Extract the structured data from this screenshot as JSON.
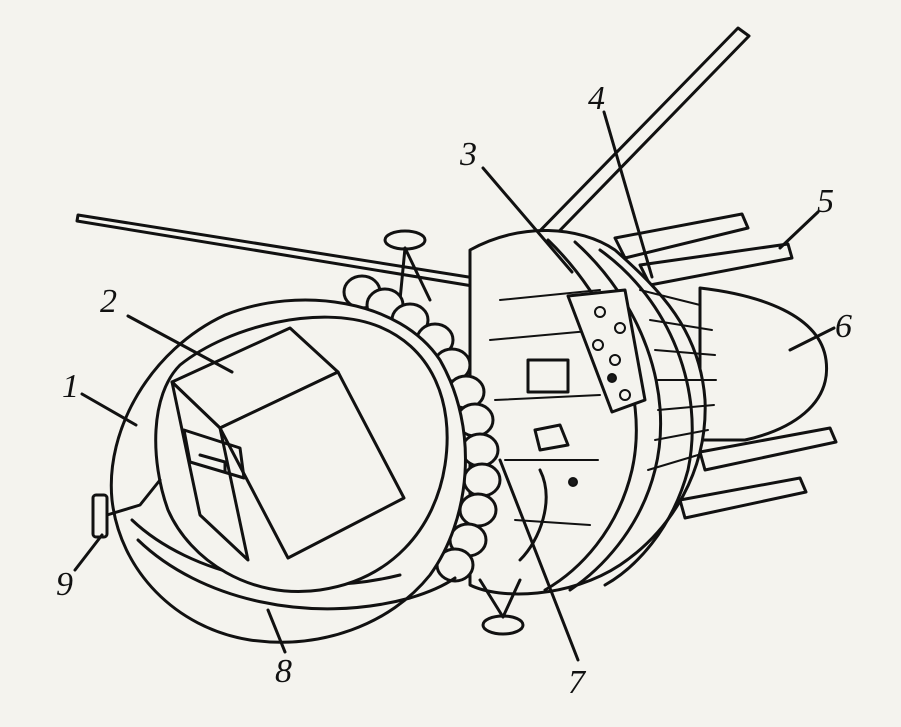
{
  "callouts": [
    {
      "id": "1",
      "text": "1"
    },
    {
      "id": "2",
      "text": "2"
    },
    {
      "id": "3",
      "text": "3"
    },
    {
      "id": "4",
      "text": "4"
    },
    {
      "id": "5",
      "text": "5"
    },
    {
      "id": "6",
      "text": "6"
    },
    {
      "id": "7",
      "text": "7"
    },
    {
      "id": "8",
      "text": "8"
    },
    {
      "id": "9",
      "text": "9"
    }
  ],
  "colors": {
    "ink": "#111111",
    "paper": "#f4f3ee"
  }
}
